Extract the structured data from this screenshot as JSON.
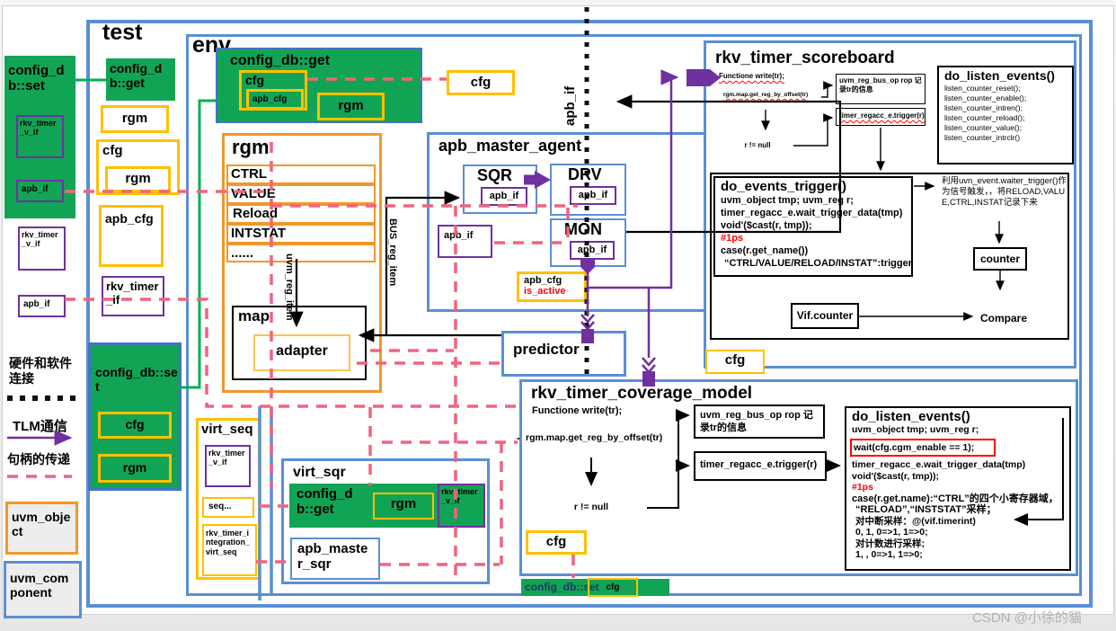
{
  "window": {
    "watermark": "CSDN @小徐的貓"
  },
  "labels": {
    "test": "test",
    "env": "env"
  },
  "colors": {
    "green_fill": "#12a455",
    "yellow": "#FFC000",
    "orange": "#F0972B",
    "purple": "#7030A0",
    "blue": "#5B8FD4",
    "pink_dash": "#F2637E",
    "green_line": "#00B050",
    "red": "#FF0000"
  },
  "legend": {
    "hw_sw": "硬件和软件连接",
    "tlm": "TLM通信",
    "handle": "句柄的传递",
    "uvm_object": "uvm_object",
    "uvm_component": "uvm_component"
  },
  "left": {
    "set": "config_db::set",
    "vif1": "rkv_timer_v_if",
    "apb_if1": "apb_if",
    "vif2": "rkv_timer_v_if",
    "apb_if2": "apb_if"
  },
  "test_region": {
    "get": "config_db::get",
    "rgm1": "rgm",
    "cfg": "cfg",
    "rgm2": "rgm",
    "apb_cfg": "apb_cfg",
    "rkv_timer_if": "rkv_timer_if",
    "set": "config_db::set",
    "cfg2": "cfg",
    "rgm3": "rgm"
  },
  "env_region": {
    "get": "config_db::get",
    "cfg": "cfg",
    "apb_cfg": "apb_cfg",
    "rgm": "rgm",
    "cfg_top": "cfg",
    "apb_if_bus": "apb_if",
    "uvm_reg_item": "uvm_reg_item",
    "bus_reg_item": "BUS_reg_item"
  },
  "rgm_block": {
    "title": "rgm",
    "rows": [
      "CTRL",
      "VALUE",
      "Reload",
      "INTSTAT",
      "......"
    ],
    "map": "map",
    "adapter": "adapter"
  },
  "agent": {
    "title": "apb_master_agent",
    "sqr": "SQR",
    "drv": "DRV",
    "mon": "MON",
    "apb_if": "apb_if",
    "apb_cfg": "apb_cfg",
    "is_active": "is_active"
  },
  "predictor": {
    "title": "predictor"
  },
  "scoreboard": {
    "title": "rkv_timer_scoreboard",
    "func": "Functione write(tr);",
    "decision1": "rgm.map.get_reg_by_offset(tr)",
    "decision2": "r != null",
    "box1": "uvm_reg_bus_op rop 记录tr的信息",
    "box2": "timer_regacc_e.trigger(r)",
    "events_title": "do_events_trigger()",
    "events_lines": [
      "uvm_object tmp;    uvm_reg r;",
      "timer_regacc_e.wait_trigger_data(tmp)",
      "void'($cast(r, tmp));",
      "#1ps",
      "case(r.get_name())",
      "“CTRL/VALUE/RELOAD/INSTAT”:trigger"
    ],
    "listen_title": "do_listen_events()",
    "listen_lines": [
      "listen_counter_reset();",
      "listen_counter_enable();",
      "listen_counter_intren();",
      "listen_counter_reload();",
      "listen_counter_value();",
      "listen_counter_intrclr()"
    ],
    "note": "利用uvn_event.waiter_trigger()作为信号触发，，将RELOAD,VALUE,CTRL,INSTAT记录下来",
    "counter": "counter",
    "vif_counter": "Vif.counter",
    "compare": "Compare",
    "cfg": "cfg"
  },
  "coverage": {
    "title": "rkv_timer_coverage_model",
    "func": "Functione write(tr);",
    "decision1": "rgm.map.get_reg_by_offset(tr)",
    "decision2": "r != null",
    "box1": "uvm_reg_bus_op rop 记录tr的信息",
    "box2": "timer_regacc_e.trigger(r)",
    "listen_title": "do_listen_events()",
    "listen_l1": "uvm_object tmp;   uvm_reg r;",
    "wait_line": "wait(cfg.cgm_enable == 1);",
    "listen_l2": "timer_regacc_e.wait_trigger_data(tmp)",
    "listen_l3": "void'($cast(r, tmp));",
    "listen_l4": "#1ps",
    "listen_l5": "case(r.get.name):“CTRL”的四个小寄存器域，",
    "listen_l6": "“RELOAD”,“INSTSTAT”采样；",
    "listen_l7": "对中断采样：@(vif.timerint)",
    "listen_l8": "0, 1, 0=>1, 1=>0;",
    "listen_l9": "对计数进行采样;",
    "listen_l10": "1, , 0=>1, 1=>0;",
    "cfg": "cfg"
  },
  "virt_seq": {
    "title": "virt_seq",
    "vif": "rkv_timer_v_if",
    "seq": "seq...",
    "integration": "rkv_timer_integration_virt_seq"
  },
  "virt_sqr": {
    "title": "virt_sqr",
    "get": "config_db::get",
    "rgm": "rgm",
    "vif": "rkv_timer_v_if",
    "apb_sqr": "apb_master_sqr"
  },
  "bottom_bar": {
    "set": "config_db::set",
    "cfg": "cfg"
  }
}
